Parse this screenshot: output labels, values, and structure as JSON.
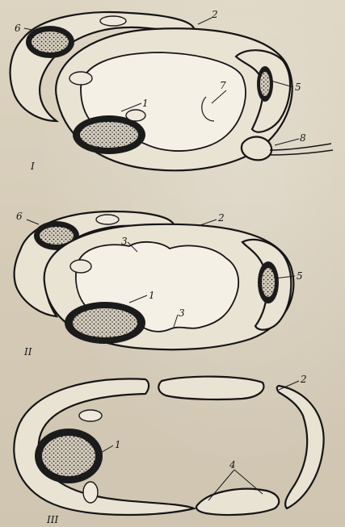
{
  "figure": {
    "panels": [
      {
        "roman": "I",
        "labels": [
          {
            "id": "1",
            "text": "1"
          },
          {
            "id": "2",
            "text": "2"
          },
          {
            "id": "5",
            "text": "5"
          },
          {
            "id": "6",
            "text": "6"
          },
          {
            "id": "7",
            "text": "7"
          },
          {
            "id": "8",
            "text": "8"
          }
        ]
      },
      {
        "roman": "II",
        "labels": [
          {
            "id": "1",
            "text": "1"
          },
          {
            "id": "2",
            "text": "2"
          },
          {
            "id": "3",
            "text": "3"
          },
          {
            "id": "3b",
            "text": "3"
          },
          {
            "id": "5",
            "text": "5"
          },
          {
            "id": "6",
            "text": "6"
          }
        ]
      },
      {
        "roman": "III",
        "labels": [
          {
            "id": "1",
            "text": "1"
          },
          {
            "id": "2",
            "text": "2"
          },
          {
            "id": "4",
            "text": "4"
          }
        ]
      }
    ]
  }
}
